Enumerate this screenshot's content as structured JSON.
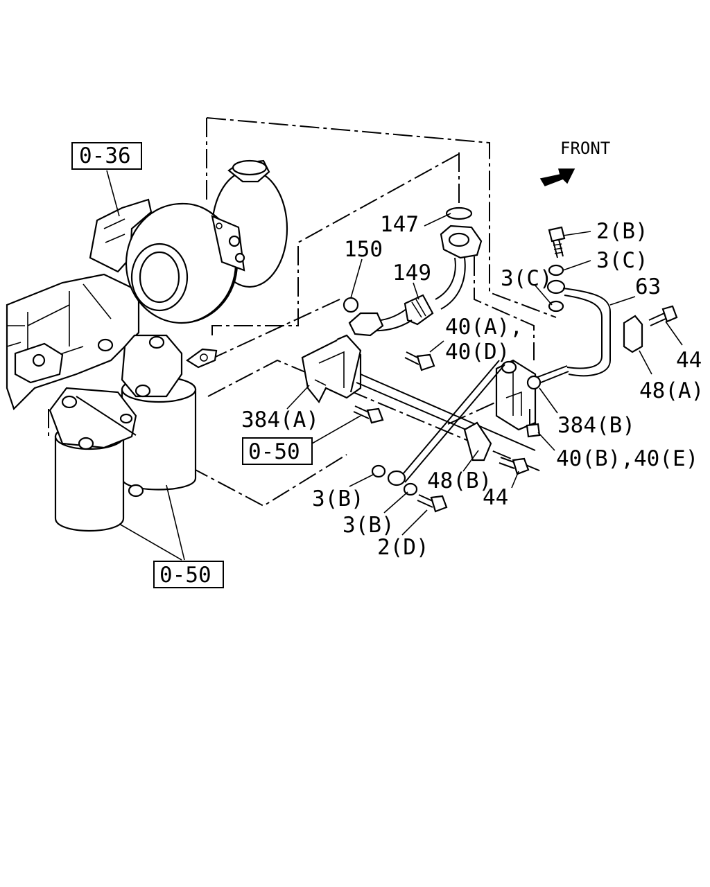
{
  "labels": {
    "front": "FRONT",
    "ref_036": "0-36",
    "ref_050_a": "0-50",
    "ref_050_b": "0-50",
    "p147": "147",
    "p150": "150",
    "p149": "149",
    "p2b": "2(B)",
    "p3c_a": "3(C)",
    "p3c_b": "3(C)",
    "p63": "63",
    "p40ad_1": "40(A),",
    "p40ad_2": "40(D)",
    "p44_a": "44",
    "p48a": "48(A)",
    "p384a": "384(A)",
    "p384b": "384(B)",
    "p40be": "40(B),40(E)",
    "p48b": "48(B)",
    "p44_b": "44",
    "p3b_a": "3(B)",
    "p3b_b": "3(B)",
    "p2d": "2(D)"
  },
  "icons": {
    "front_arrow": "front-direction-arrow-icon"
  }
}
